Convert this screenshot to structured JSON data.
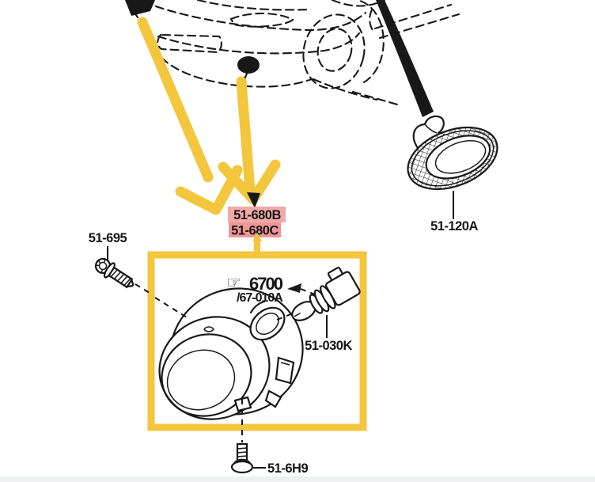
{
  "callouts": {
    "fog_lamp_variant_b": "51-680B",
    "fog_lamp_variant_c": "51-680C",
    "screw_upper": "51-695",
    "side_marker_lamp": "51-120A",
    "bulb_section_icon": "☞",
    "bulb_section": "6700",
    "bulb_section_ref": "/67-010A",
    "fog_lamp_bulb_socket": "51-030K",
    "screw_lower": "51-6H9"
  },
  "colors": {
    "highlight_yellow": "#F3C63E",
    "highlight_pink_light": "#F2A09E",
    "highlight_pink": "#EE8C8B",
    "label_red": "#9C4040",
    "ink": "#181818",
    "background": "#FFFFFF",
    "bottom_strip": "#EEF0F2"
  }
}
